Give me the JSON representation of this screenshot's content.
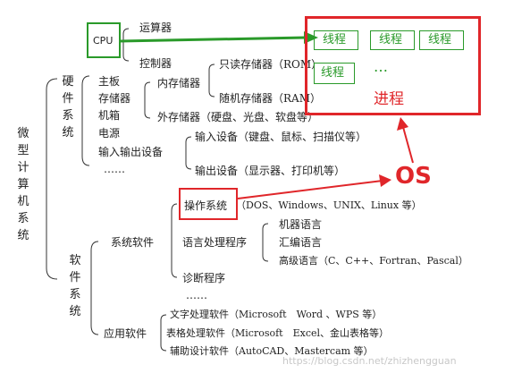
{
  "root": "微型计算机系统",
  "hardware": {
    "title": "硬件系统",
    "cpu": "CPU",
    "alu": "运算器",
    "controller": "控制器",
    "mainboard": "主板",
    "storage": "存储器",
    "case": "机箱",
    "power": "电源",
    "io_devices": "输入输出设备",
    "ellipsis": "……",
    "internal_memory": "内存储器",
    "rom": "只读存储器（ROM）",
    "ram": "随机存储器（RAM）",
    "external_memory": "外存储器（硬盘、光盘、软盘等）",
    "input_devices": "输入设备（键盘、鼠标、扫描仪等）",
    "output_devices": "输出设备（显示器、打印机等）"
  },
  "software": {
    "title": "软件系统",
    "system_software": "系统软件",
    "os": "操作系统",
    "os_examples": "（DOS、Windows、UNIX、Linux 等）",
    "language_processor": "语言处理程序",
    "machine_language": "机器语言",
    "assembly_language": "汇编语言",
    "high_level_language": "高级语言（C、C++、Fortran、Pascal）",
    "diagnostic": "诊断程序",
    "ellipsis": "……",
    "application_software": "应用软件",
    "word_processing": "文字处理软件（Microsoft　Word 、WPS 等）",
    "spreadsheet": "表格处理软件（Microsoft　Excel、金山表格等）",
    "cad": "辅助设计软件（AutoCAD、Mastercam 等）"
  },
  "annotations": {
    "process_label": "进程",
    "os_label": "OS",
    "threads": [
      "线程",
      "线程",
      "线程",
      "线程"
    ],
    "thread_ellipsis": "…",
    "red_color": "#e0262a",
    "green_color": "#2a9a2a"
  },
  "watermark": "https://blog.csdn.net/zhizhengguan"
}
